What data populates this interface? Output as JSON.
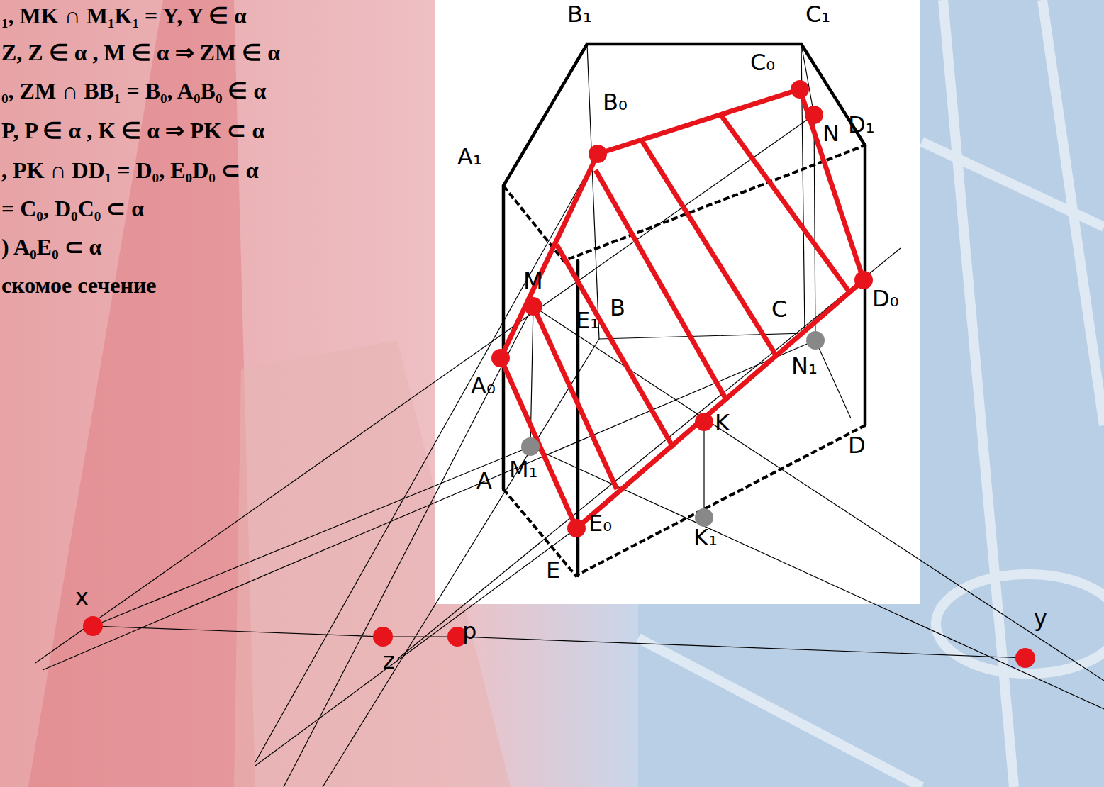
{
  "diagram": {
    "labels": [
      "₁, MK ∩ M₁K₁ = Y, Y ∈ α",
      "Z, Z ∈ α , M ∈ α ⇒ ZM ∈ α",
      "₀, ZM ∩ BB₁ = B₀, A₀B₀ ∈ α",
      "P, P ∈ α , K ∈ α ⇒ PK ⊂ α",
      ", PK ∩ DD₁ = D₀, E₀D₀ ⊂ α",
      "= C₀, D₀C₀ ⊂ α",
      ") A₀E₀ ⊂ α",
      "скомое сечение",
      "B₁",
      "C₁",
      "C₀",
      "B₀",
      "N",
      "D₁",
      "A₁",
      "M",
      "E₁",
      "B",
      "C",
      "D₀",
      "A₀",
      "N₁",
      "K",
      "D",
      "A",
      "M₁",
      "E₀",
      "K₁",
      "E",
      "x",
      "z",
      "p",
      "y"
    ]
  }
}
